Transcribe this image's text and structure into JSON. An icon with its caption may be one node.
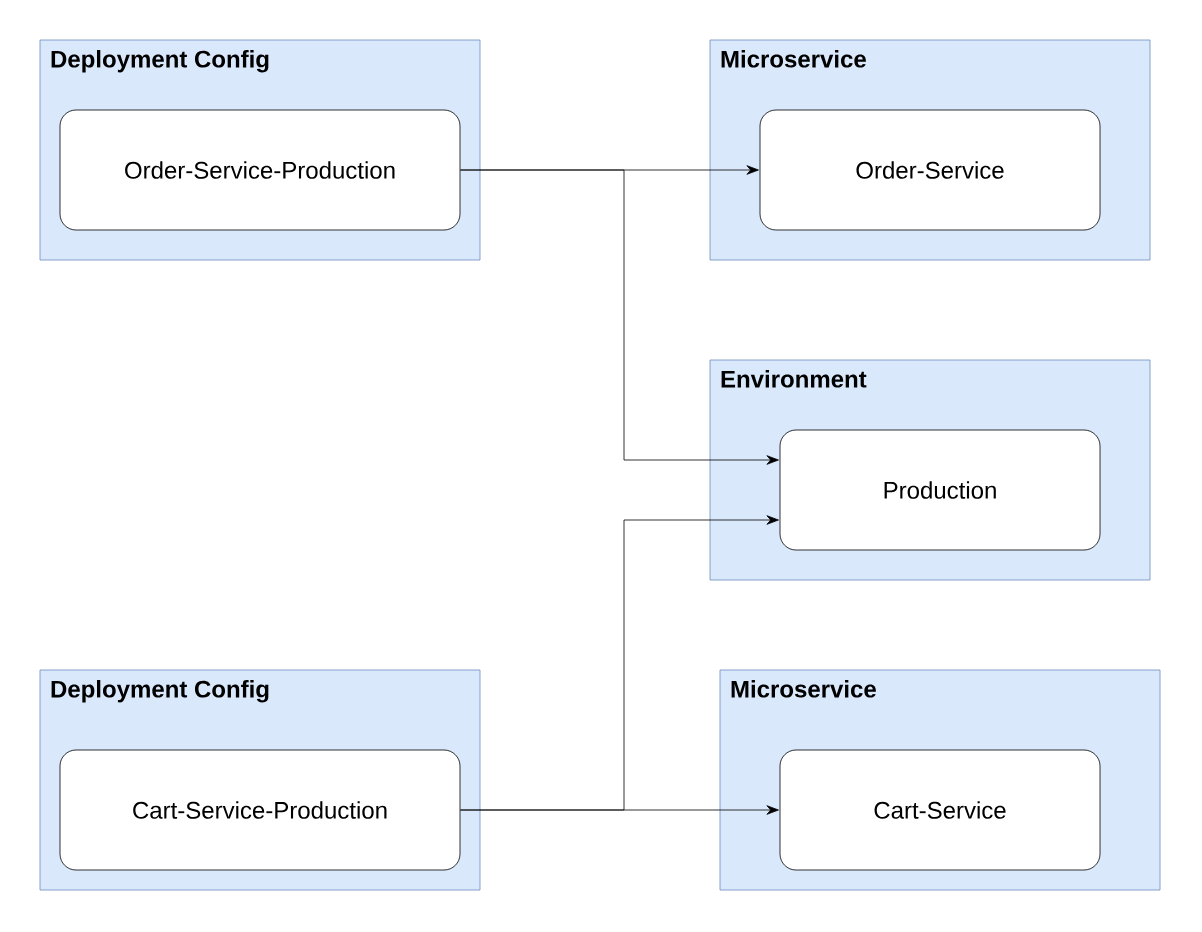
{
  "diagram": {
    "nodes": [
      {
        "text": [
          "Deployment Config"
        ]
      },
      {
        "text": [
          "Order-Service-Production"
        ],
        "in": 0
      },
      {
        "text": [
          "Microservice"
        ]
      },
      {
        "text": [
          "Order-Service"
        ],
        "in": 2
      },
      {
        "text": [
          "Environment"
        ]
      },
      {
        "text": [
          "Production"
        ],
        "in": 4
      },
      {
        "text": [
          "Deployment Config"
        ]
      },
      {
        "text": [
          "Cart-Service-Production"
        ],
        "in": 6
      },
      {
        "text": [
          "Microservice"
        ]
      },
      {
        "text": [
          "Cart-Service"
        ],
        "in": 8
      }
    ],
    "edges": [
      {
        "from": 1,
        "to": 3,
        "arrow": "to"
      },
      {
        "from": 1,
        "to": 5,
        "arrow": "to"
      },
      {
        "from": 7,
        "to": 5,
        "arrow": "to"
      },
      {
        "from": 7,
        "to": 9,
        "arrow": "to"
      }
    ]
  }
}
